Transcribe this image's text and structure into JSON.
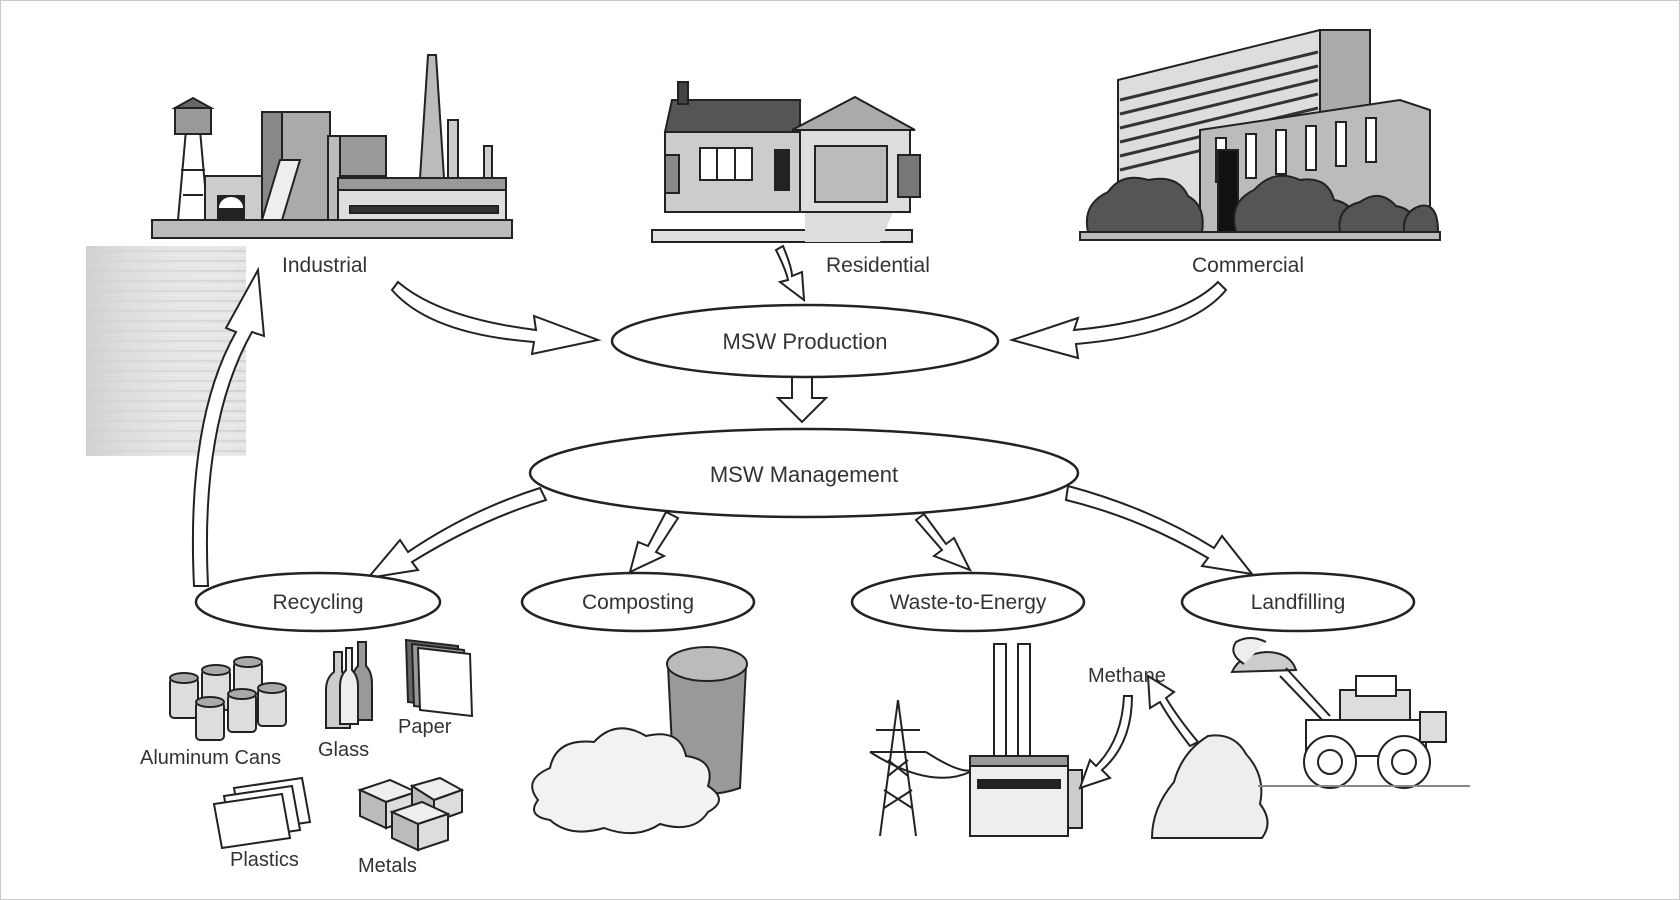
{
  "sources": {
    "industrial": "Industrial",
    "residential": "Residential",
    "commercial": "Commercial"
  },
  "nodes": {
    "production": "MSW Production",
    "management": "MSW Management"
  },
  "methods": {
    "recycling": "Recycling",
    "composting": "Composting",
    "waste_to_energy": "Waste-to-Energy",
    "landfilling": "Landfilling"
  },
  "materials": {
    "aluminum_cans": "Aluminum Cans",
    "glass": "Glass",
    "paper": "Paper",
    "plastics": "Plastics",
    "metals": "Metals"
  },
  "byproducts": {
    "methane": "Methane"
  },
  "icons": {
    "industrial": "factory-icon",
    "residential": "house-icon",
    "commercial": "office-building-icon",
    "composting": "compost-bin-icon",
    "waste_to_energy": "power-plant-icon",
    "landfilling": "bulldozer-icon"
  }
}
